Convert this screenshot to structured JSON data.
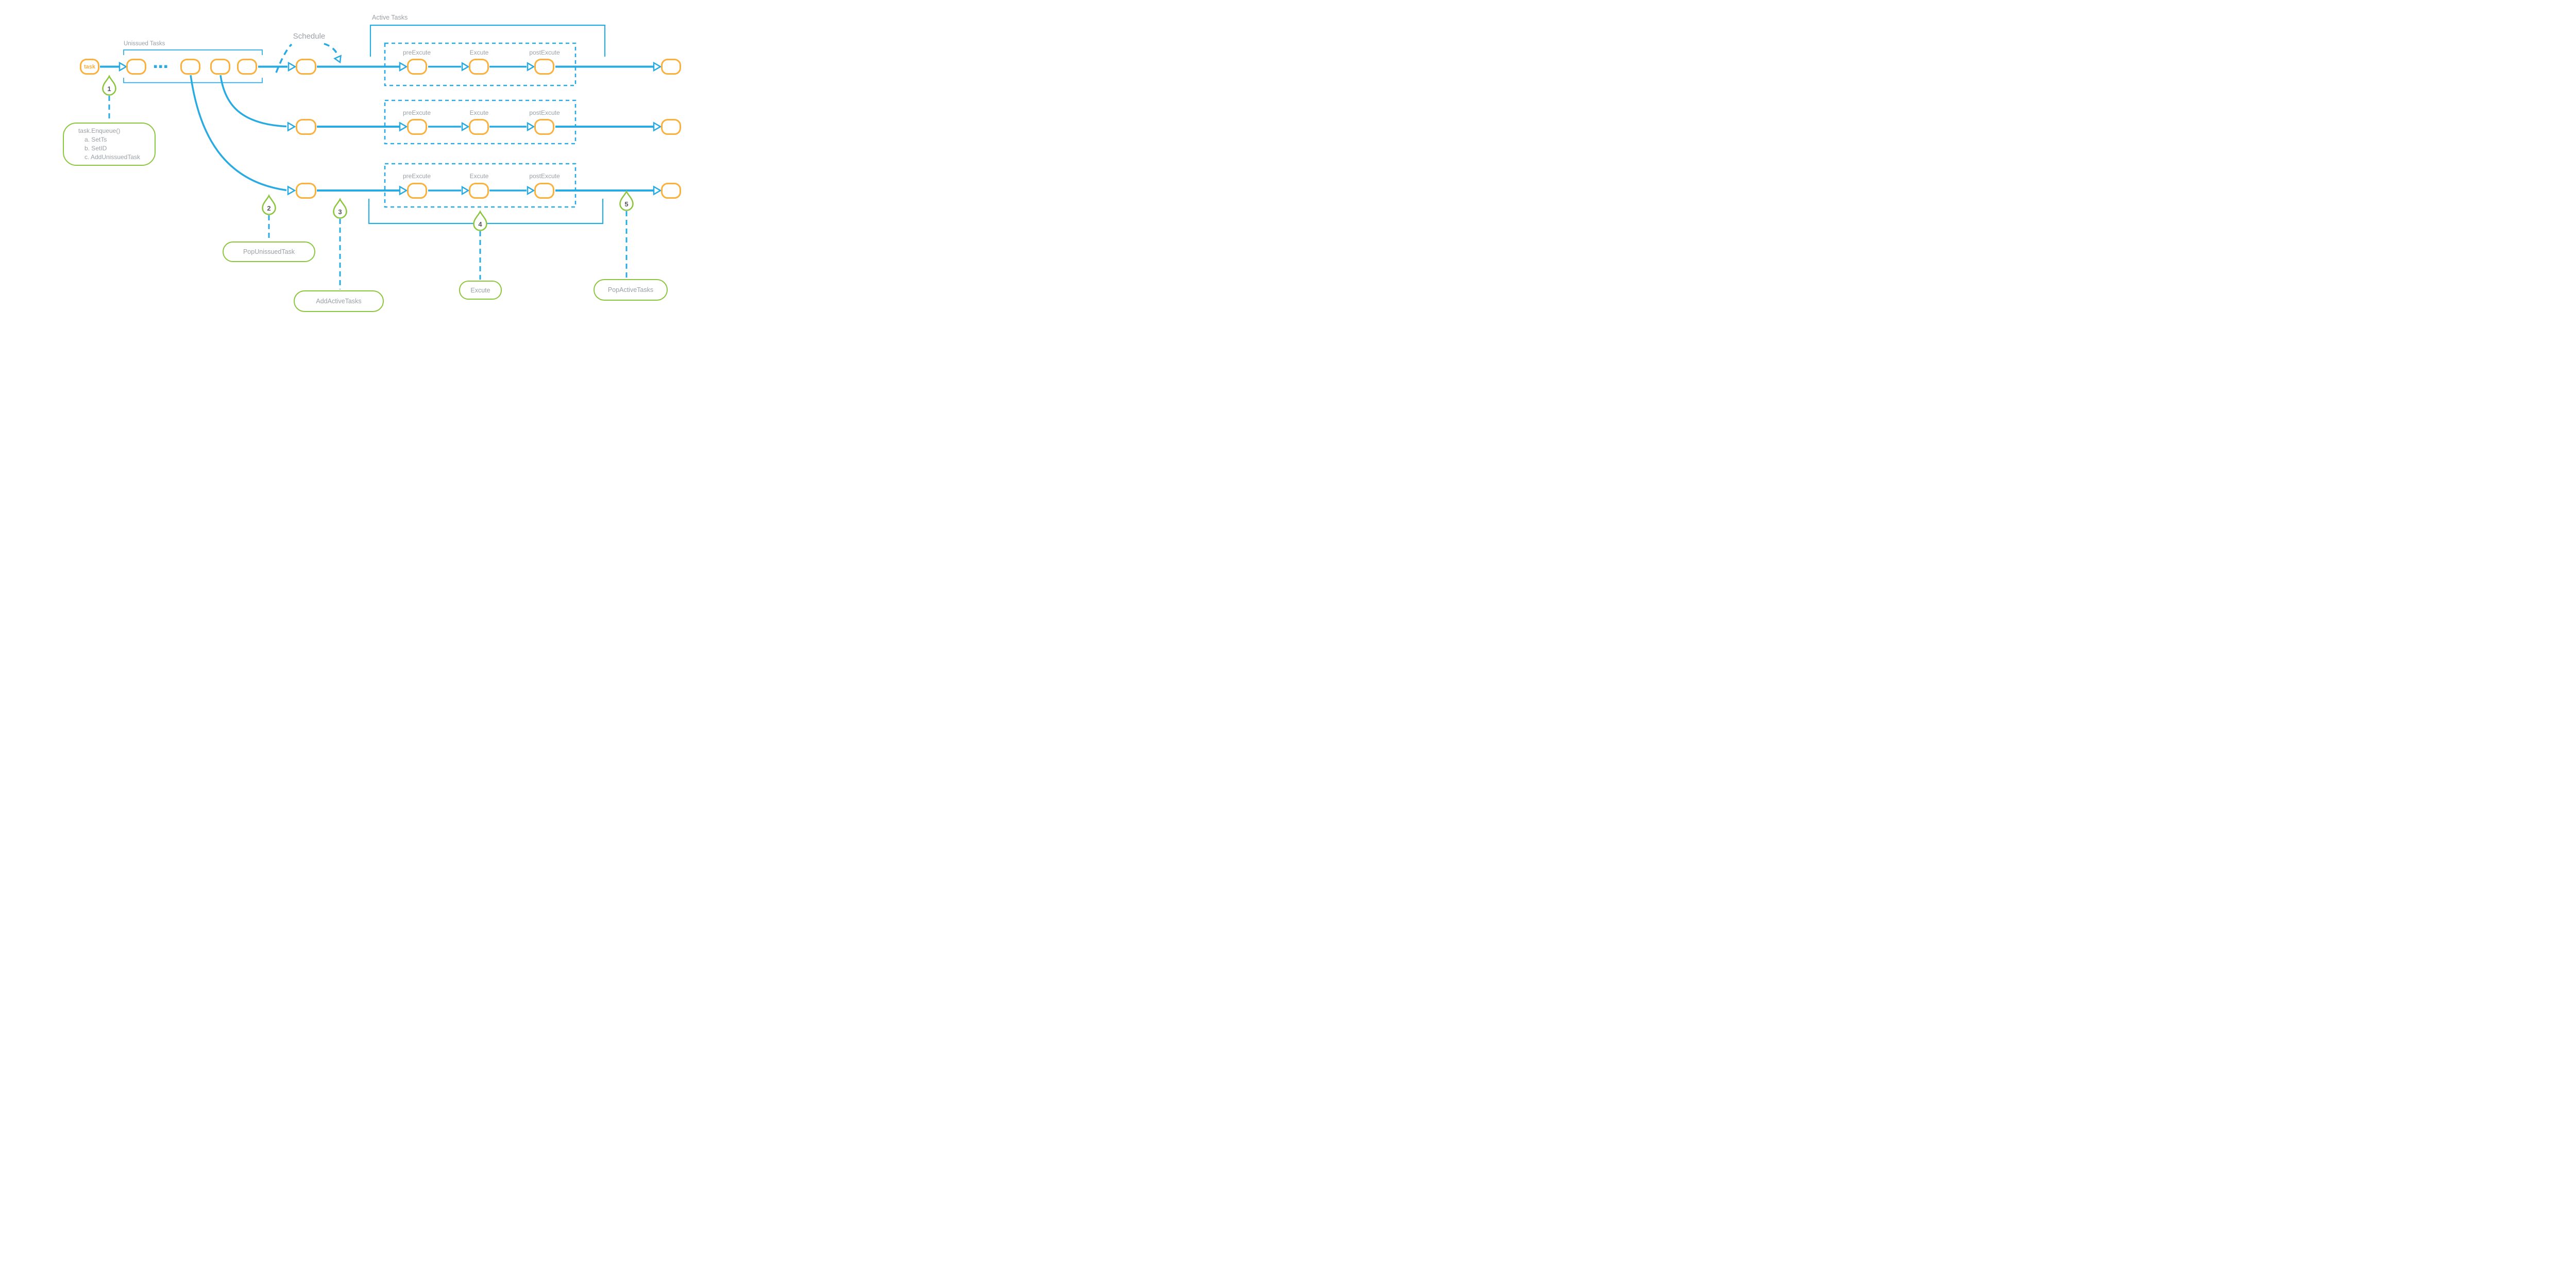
{
  "diagram_title": "task scheduling flow",
  "colors": {
    "flow_blue": "#29ABE2",
    "node_orange": "#FBB03B",
    "marker_green": "#8CC63F",
    "label_gray": "#9AA0A5",
    "number_dark": "#55565A"
  },
  "labels": {
    "unissued_tasks": "Unissued Tasks",
    "schedule": "Schedule",
    "active_tasks": "Active Tasks"
  },
  "task_node": {
    "label": "task"
  },
  "icons": {
    "queue_ellipsis": "three-dots"
  },
  "stages": {
    "pre": "preExcute",
    "exe": "Excute",
    "post": "postExcute"
  },
  "markers": [
    {
      "number": "1",
      "callout_lines": [
        "task.Enqueue()",
        "a. SetTs",
        "b. SetID",
        "c. AddUnissuedTask"
      ]
    },
    {
      "number": "2",
      "callout": "PopUnissuedTask"
    },
    {
      "number": "3",
      "callout": "AddActiveTasks"
    },
    {
      "number": "4",
      "callout": "Excute"
    },
    {
      "number": "5",
      "callout": "PopActiveTasks"
    }
  ]
}
